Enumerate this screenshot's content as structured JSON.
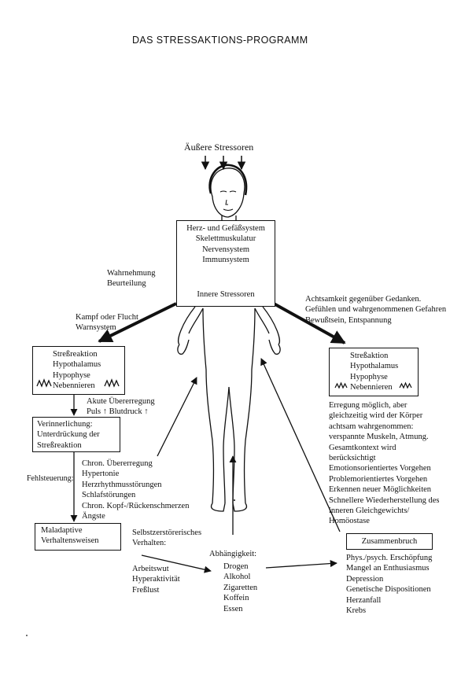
{
  "title": "DAS STRESSAKTIONS-PROGRAMM",
  "external_stressors": "Äußere Stressoren",
  "body_box": {
    "lines": [
      "Herz- und Gefäßsystem",
      "Skelettmuskulatur",
      "Nervensystem",
      "Immunsystem"
    ],
    "internal_stressors": "Innere Stressoren"
  },
  "perception": [
    "Wahrnehmung",
    "Beurteilung"
  ],
  "fight_flight": [
    "Kampf oder Flucht",
    "Warnsystem"
  ],
  "mindfulness": [
    "Achtsamkeit gegenüber Gedanken.",
    "Gefühlen und wahrgenommenen Gefahren",
    "Bewußtsein, Entspannung"
  ],
  "stress_reaction": {
    "lines": [
      "Streßreaktion",
      "Hypothalamus",
      "Hypophyse",
      "Nebennieren"
    ]
  },
  "acute_arousal": [
    "Akute Übererregung",
    "Puls ↑ Blutdruck ↑"
  ],
  "internalization": {
    "lines": [
      "Verinnerlichung:",
      "Unterdrückung der",
      "Streßreaktion"
    ]
  },
  "dysregulation": "Fehlsteuerung:",
  "chronic_list": [
    "Chron. Übererregung",
    "Hypertonie",
    "Herzrhythmusstörungen",
    "Schlafstörungen",
    "Chron. Kopf-/Rückenschmerzen",
    "Ängste"
  ],
  "maladaptive": {
    "lines": [
      "Maladaptive",
      "Verhaltensweisen"
    ]
  },
  "self_destructive": [
    "Selbstzerstörerisches",
    "Verhalten:"
  ],
  "workaholism": [
    "Arbeitswut",
    "Hyperaktivität",
    "Freßlust"
  ],
  "dependency": {
    "heading": "Abhängigkeit:",
    "items": [
      "Drogen",
      "Alkohol",
      "Zigaretten",
      "Koffein",
      "Essen"
    ]
  },
  "stress_action": {
    "lines": [
      "Streßaktion",
      "Hypothalamus",
      "Hypophyse",
      "Nebennieren"
    ]
  },
  "response_list": [
    "Erregung möglich, aber",
    "gleichzeitig wird der Körper",
    "achtsam wahrgenommen:",
    "verspannte Muskeln, Atmung.",
    "Gesamtkontext wird",
    "berücksichtigt",
    "Emotionsorientiertes Vorgehen",
    "Problemorientiertes Vorgehen",
    "Erkennen neuer Möglichkeiten",
    "Schnellere Wiederherstellung des",
    "inneren Gleichgewichts/",
    "Homöostase"
  ],
  "breakdown": {
    "label": "Zusammenbruch",
    "items": [
      "Phys./psych. Erschöpfung",
      "Mangel an Enthusiasmus",
      "Depression",
      "Genetische Dispositionen",
      "Herzanfall",
      "Krebs"
    ]
  }
}
